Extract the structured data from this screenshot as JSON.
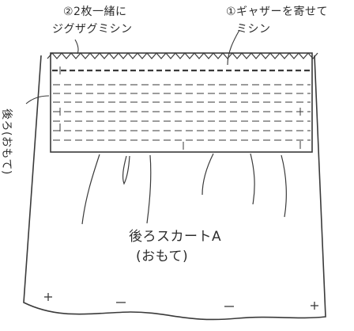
{
  "labels": {
    "step2_line1": "②2枚一緒に",
    "step2_line2": "ジグザグミシン",
    "step1_line1": "①ギャザーを寄せて",
    "step1_line2": "ミシン",
    "side_label": "後ろ(おもて)",
    "piece_name": "後ろスカートA",
    "piece_side": "(おもて)"
  },
  "marks": {
    "plus": "+",
    "minus": "−"
  },
  "colors": {
    "ink": "#3a3a3a",
    "text": "#2d2d2d",
    "background": "#ffffff"
  }
}
